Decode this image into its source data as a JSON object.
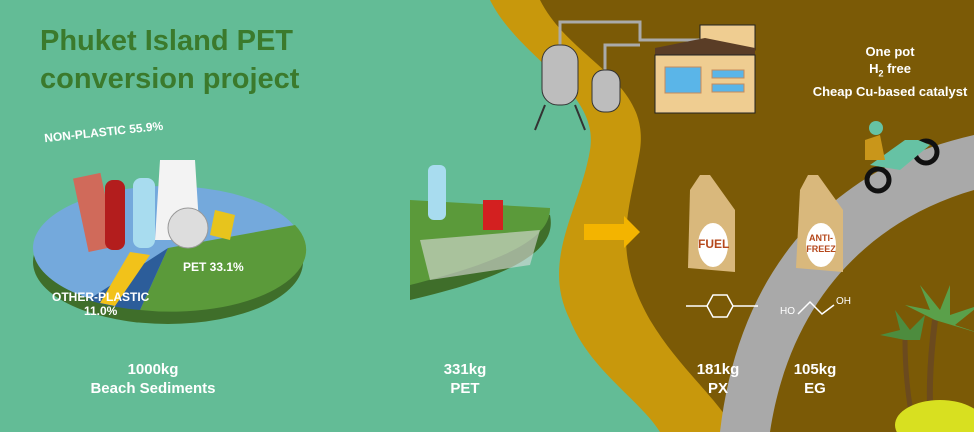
{
  "title_line1": "Phuket Island PET",
  "title_line2": "conversion project",
  "pie": {
    "non_plastic": "NON-PLASTIC 55.9%",
    "pet": "PET 33.1%",
    "other_plastic_1": "OTHER-PLASTIC",
    "other_plastic_2": "11.0%",
    "values": {
      "non_plastic": 55.9,
      "pet": 33.1,
      "other_plastic": 11.0
    }
  },
  "stages": [
    {
      "amount": "1000kg",
      "name": "Beach Sediments"
    },
    {
      "amount": "331kg",
      "name": "PET"
    },
    {
      "amount": "181kg",
      "name": "PX"
    },
    {
      "amount": "105kg",
      "name": "EG"
    }
  ],
  "conditions": {
    "line1": "One pot",
    "line2_pre": "H",
    "line2_sub": "2",
    "line2_post": " free",
    "line3": "Cheap Cu-based catalyst"
  },
  "jugs": {
    "fuel": "FUEL",
    "antifreeze_1": "ANTI-",
    "antifreeze_2": "FREEZ"
  },
  "molecules": {
    "ho": "HO",
    "oh": "OH"
  },
  "colors": {
    "green": "#63bc96",
    "brown": "#7b5a06",
    "gold": "#c8980c",
    "road": "#a9a9a9",
    "title": "#3b7a2c"
  }
}
